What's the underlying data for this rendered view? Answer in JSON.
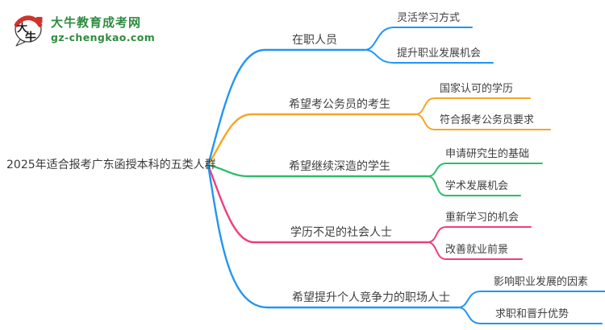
{
  "logo": {
    "title": "大牛教育成考网",
    "url": "gz-chengkao.com",
    "brand_color": "#2F8C3F",
    "seal_color": "#CF342A"
  },
  "mindmap": {
    "root": "2025年适合报考广东函授本科的五类人群",
    "branches": [
      {
        "label": "在职人员",
        "color": "#2196F3",
        "children": [
          "灵活学习方式",
          "提升职业发展机会"
        ]
      },
      {
        "label": "希望考公务员的考生",
        "color": "#F7A524",
        "children": [
          "国家认可的学历",
          "符合报考公务员要求"
        ]
      },
      {
        "label": "希望继续深造的学生",
        "color": "#2BBE69",
        "children": [
          "申请研究生的基础",
          "学术发展机会"
        ]
      },
      {
        "label": "学历不足的社会人士",
        "color": "#EF3E7D",
        "children": [
          "重新学习的机会",
          "改善就业前景"
        ]
      },
      {
        "label": "希望提升个人竞争力的职场人士",
        "color": "#2196F3",
        "children": [
          "影响职业发展的因素",
          "求职和晋升优势"
        ]
      }
    ]
  }
}
